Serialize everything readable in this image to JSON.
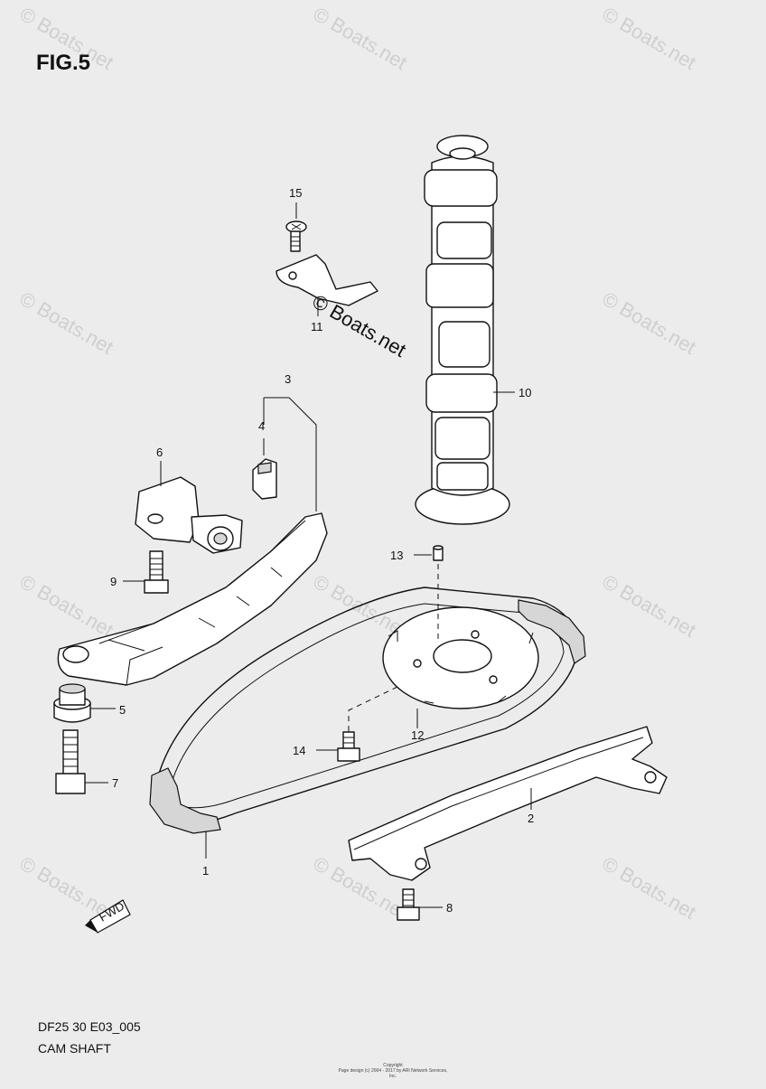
{
  "figure": {
    "title": "FIG.5",
    "code": "DF25 30 E03_005",
    "name": "CAM SHAFT"
  },
  "copyright": {
    "line1": "Copyright",
    "line2": "Page design (c) 2004 - 2017 by ARI Network Services, Inc."
  },
  "watermark": {
    "text": "© Boats.net"
  },
  "direction_badge": {
    "text": "FWD"
  },
  "callouts": [
    "1",
    "2",
    "3",
    "4",
    "5",
    "6",
    "7",
    "8",
    "9",
    "10",
    "11",
    "12",
    "13",
    "14",
    "15"
  ]
}
